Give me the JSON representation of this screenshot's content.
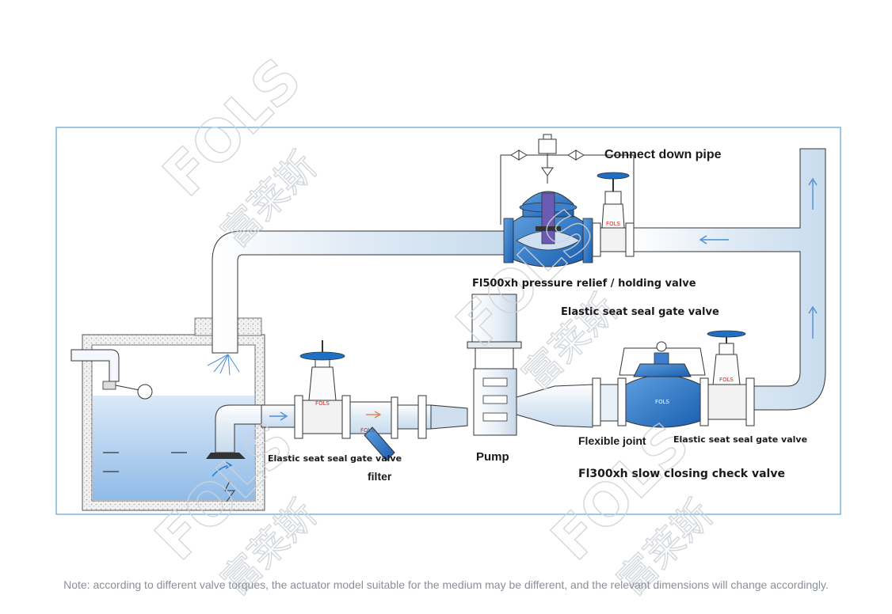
{
  "labels": {
    "connect_down_pipe": "Connect down pipe",
    "pressure_relief_valve": "Fl500xh pressure relief / holding valve",
    "gate_valve_upper": "Elastic seat seal gate valve",
    "pump": "Pump",
    "flexible_joint": "Flexible joint",
    "gate_valve_right": "Elastic seat seal gate valve",
    "check_valve": "Fl300xh slow closing check valve",
    "gate_valve_left": "Elastic seat seal gate valve",
    "filter": "filter"
  },
  "brand": {
    "valve_mark": "FOLS",
    "watermark_latin": "FOLS",
    "watermark_cjk": "富莱斯"
  },
  "note": "Note: according to different valve torques, the actuator model suitable for the medium may be different, and the relevant dimensions will change accordingly.",
  "colors": {
    "frame": "#5aa3d6",
    "pipe_outline": "#2b2f36",
    "pipe_fill": "#e8f1f9",
    "valve_blue": "#1f6fc4",
    "water": "#a9ccef",
    "arrow": "#4d8ed6",
    "label_text": "#1a1a1a",
    "note_text": "#8a8f99"
  }
}
